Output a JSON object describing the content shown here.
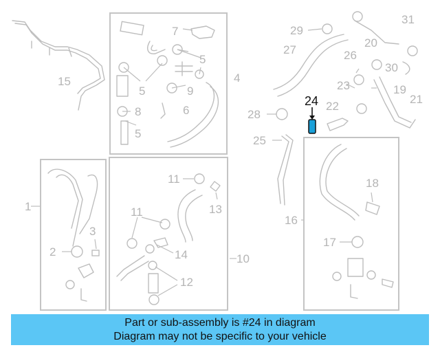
{
  "callouts": {
    "c1": "1",
    "c2": "2",
    "c3": "3",
    "c4": "4",
    "c5a": "5",
    "c5b": "5",
    "c5c": "5",
    "c6": "6",
    "c7": "7",
    "c8": "8",
    "c9": "9",
    "c10": "10",
    "c11a": "11",
    "c11b": "11",
    "c12": "12",
    "c13": "13",
    "c14": "14",
    "c15": "15",
    "c16": "16",
    "c17": "17",
    "c18": "18",
    "c19": "19",
    "c20": "20",
    "c21": "21",
    "c22": "22",
    "c23": "23",
    "c24": "24",
    "c25": "25",
    "c26": "26",
    "c27": "27",
    "c28": "28",
    "c29": "29",
    "c30": "30",
    "c31": "31"
  },
  "highlight": {
    "part_number": "24",
    "color": "#1aa0d8"
  },
  "banner": {
    "line1": "Part or sub-assembly is #24 in diagram",
    "line2": "Diagram may not be specific to your vehicle",
    "color": "#5bc6f5"
  }
}
